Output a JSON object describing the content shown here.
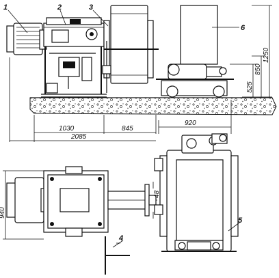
{
  "callouts": [
    "1",
    "2",
    "3",
    "4",
    "5",
    "6"
  ],
  "dimensions": {
    "d1030": "1030",
    "d845": "845",
    "d2085": "2085",
    "d920": "920",
    "d525": "525",
    "d850": "850",
    "d1250": "1250",
    "d940": "940",
    "d48": "48"
  }
}
